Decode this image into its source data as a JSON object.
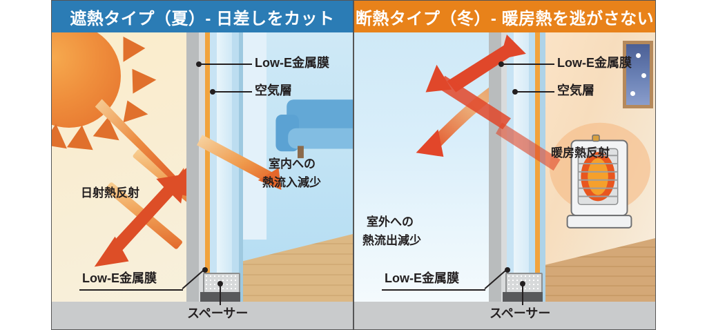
{
  "panels": [
    {
      "id": "heat-shield-summer",
      "header": "遮熱タイプ（夏）- 日差しをカット",
      "header_color": "#2b7cb5",
      "labels": {
        "low_e": "Low-E金属膜",
        "air_layer": "空気層",
        "reflect": "日射熱反射",
        "flow_line1": "室内への",
        "flow_line2": "熱流入減少",
        "low_e_bottom": "Low-E金属膜",
        "spacer": "スペーサー"
      },
      "icons": {
        "sun": "sun-icon",
        "sofa": "sofa-icon",
        "arrow_reflect": "reflect-arrow-icon",
        "arrow_through": "heat-through-arrow-icon"
      }
    },
    {
      "id": "insulation-winter",
      "header": "断熱タイプ（冬）- 暖房熱を逃がさない",
      "header_color": "#e8821a",
      "labels": {
        "low_e": "Low-E金属膜",
        "air_layer": "空気層",
        "reflect": "暖房熱反射",
        "flow_line1": "室外への",
        "flow_line2": "熱流出減少",
        "low_e_bottom": "Low-E金属膜",
        "spacer": "スペーサー"
      },
      "icons": {
        "heater": "heater-icon",
        "picture": "wall-picture-icon",
        "arrow_reflect": "reflect-arrow-icon",
        "arrow_through": "heat-escape-arrow-icon"
      }
    }
  ],
  "colors": {
    "summer_header": "#2b7cb5",
    "winter_header": "#e8821a",
    "low_e_film": "#f2a33c",
    "glass": "#bfe0f2",
    "arrow_hot": "#e0472a",
    "arrow_warm": "#e8833a",
    "frame_gray": "#b9bcbd",
    "text": "#231f20"
  }
}
